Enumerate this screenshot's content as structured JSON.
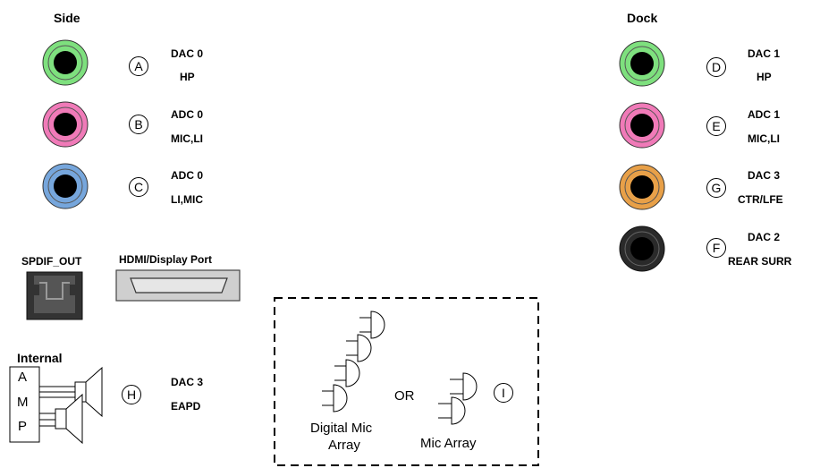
{
  "side": {
    "title": "Side",
    "jacks": [
      {
        "letter": "A",
        "line1": "DAC 0",
        "line2": "HP",
        "color": "#7ee07e"
      },
      {
        "letter": "B",
        "line1": "ADC 0",
        "line2": "MIC,LI",
        "color": "#f07ab8"
      },
      {
        "letter": "C",
        "line1": "ADC 0",
        "line2": "LI,MIC",
        "color": "#76a6dc"
      }
    ]
  },
  "dock": {
    "title": "Dock",
    "jacks": [
      {
        "letter": "D",
        "line1": "DAC 1",
        "line2": "HP",
        "color": "#7ee07e"
      },
      {
        "letter": "E",
        "line1": "ADC 1",
        "line2": "MIC,LI",
        "color": "#f07ab8"
      },
      {
        "letter": "G",
        "line1": "DAC 3",
        "line2": "CTR/LFE",
        "color": "#e8a048"
      },
      {
        "letter": "F",
        "line1": "DAC 2",
        "line2": "REAR SURR",
        "color": "#303030"
      }
    ]
  },
  "spdif": {
    "label": "SPDIF_OUT"
  },
  "hdmi": {
    "label": "HDMI/Display Port"
  },
  "internal": {
    "title": "Internal",
    "amp_letters": [
      "A",
      "M",
      "P"
    ],
    "letter": "H",
    "line1": "DAC 3",
    "line2": "EAPD"
  },
  "mics": {
    "digital_label_1": "Digital Mic",
    "digital_label_2": "Array",
    "or_label": "OR",
    "mic_array_label": "Mic Array",
    "letter": "I"
  }
}
